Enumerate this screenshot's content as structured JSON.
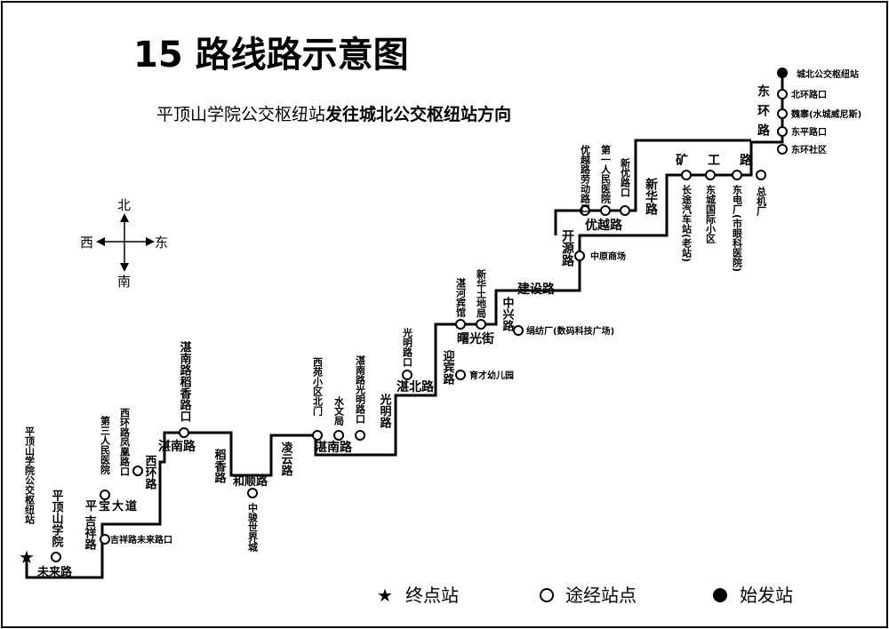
{
  "title": "15 路线路示意图",
  "subtitle": {
    "origin": "平顶山学院公交枢纽站",
    "direction": "发往城北公交枢纽站方向"
  },
  "compass": {
    "north": "北",
    "south": "南",
    "east": "东",
    "west": "西"
  },
  "terminal_station": "平顶山学院公交枢纽站",
  "stations": [
    "城北公交枢纽站",
    "北环路口",
    "魏寨(水城威尼斯)",
    "东平路口",
    "东环社区",
    "总机厂",
    "东电厂(市眼科医院)",
    "东城国际小区",
    "长途汽车站(老站)",
    "新优路口",
    "第一人民医院",
    "优越路劳动路口",
    "中原商场",
    "绢纺厂(数码科技广场)",
    "新华土地局",
    "湛河宾馆",
    "育才幼儿园",
    "光明路口",
    "湛南路光明路口",
    "水文局",
    "西苑小区北门",
    "中骏世界城",
    "湛南路稻香路口",
    "西环路凤凰路口",
    "第三人民医院",
    "吉祥路未来路口",
    "平顶山学院"
  ],
  "roads": [
    "东环路",
    "矿工路",
    "新华路",
    "优越路",
    "开源路",
    "建设路",
    "中兴路",
    "曙光街",
    "迎宾路",
    "湛北路",
    "光明路",
    "湛南路",
    "凌云路",
    "和顺路",
    "稻香路",
    "湛南路",
    "西环路",
    "平宝大道",
    "吉祥路",
    "未来路"
  ],
  "legend": [
    {
      "symbol": "star",
      "label": "终点站"
    },
    {
      "symbol": "open-circle",
      "label": "途经站点"
    },
    {
      "symbol": "filled-circle",
      "label": "始发站"
    }
  ]
}
